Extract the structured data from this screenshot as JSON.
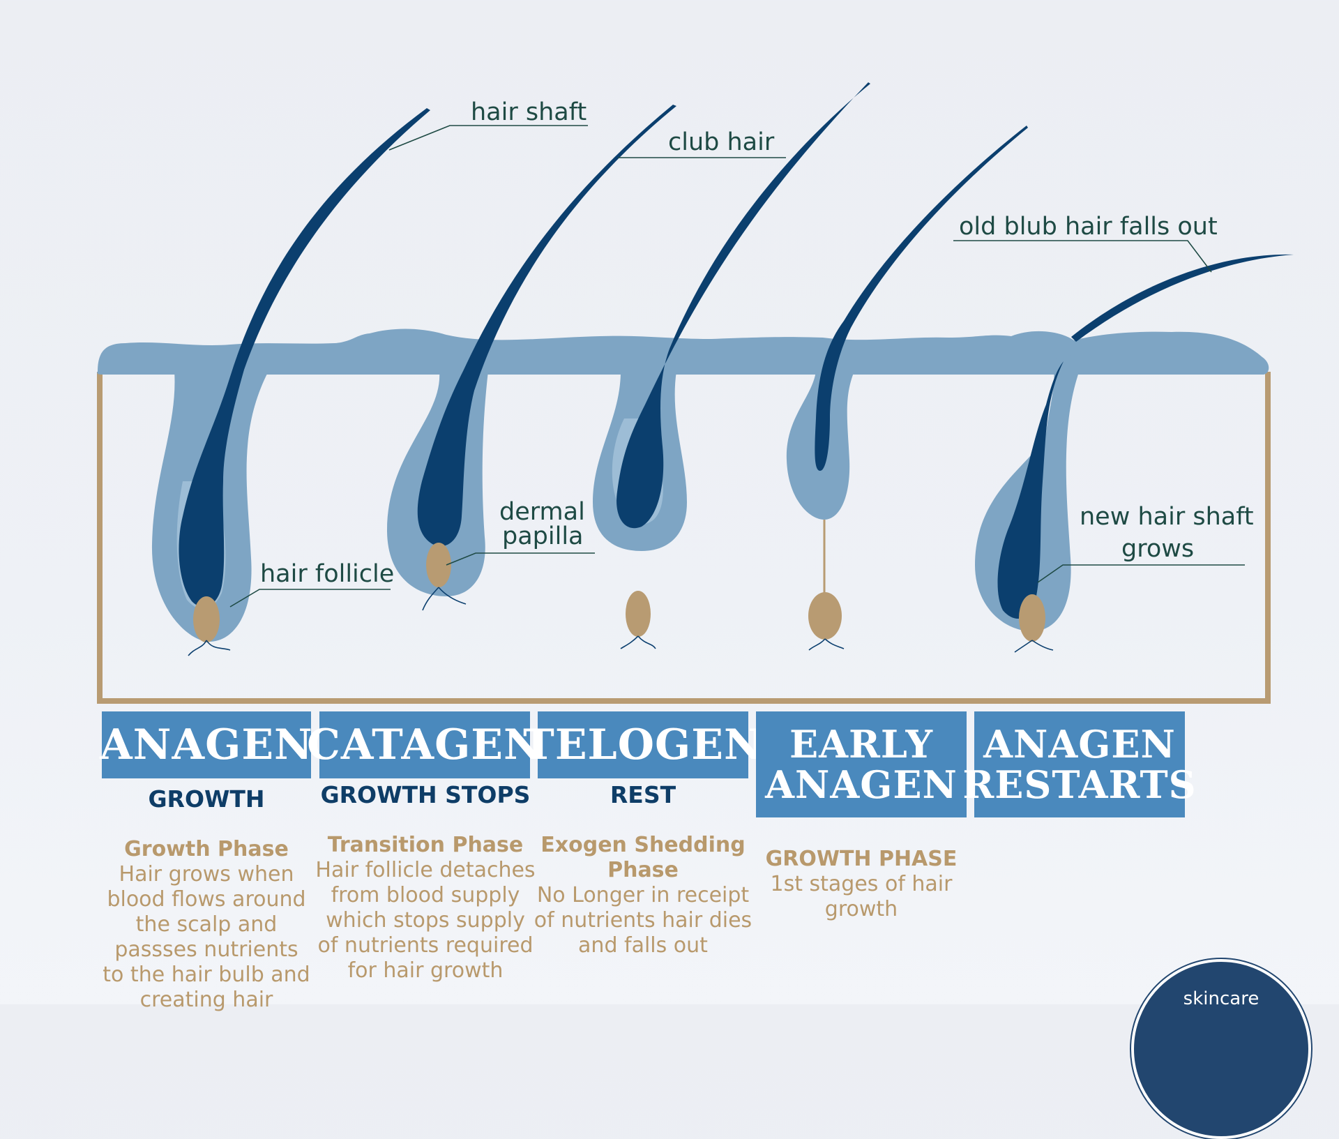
{
  "labels": {
    "hair_shaft": "hair shaft",
    "club_hair": "club hair",
    "old_hair": "old blub hair falls out",
    "hair_follicle": "hair follicle",
    "dermal_papilla_1": "dermal",
    "dermal_papilla_2": "papilla",
    "new_shaft_1": "new hair shaft",
    "new_shaft_2": "grows"
  },
  "stages": [
    {
      "title": [
        "ANAGEN"
      ],
      "subtitle": "GROWTH",
      "desc_head": "Growth Phase",
      "desc_lines": [
        "Hair grows when",
        "blood flows around",
        "the scalp and",
        "passses nutrients",
        "to the hair bulb and",
        "creating hair"
      ]
    },
    {
      "title": [
        "CATAGEN"
      ],
      "subtitle": "GROWTH STOPS",
      "desc_head": "Transition Phase",
      "desc_lines": [
        "Hair follicle detaches",
        "from blood supply",
        "which stops supply",
        "of nutrients required",
        "for hair growth"
      ]
    },
    {
      "title": [
        "TELOGEN"
      ],
      "subtitle": "REST",
      "desc_head": "Exogen Shedding",
      "desc_head_2": "Phase",
      "desc_lines": [
        "No Longer in receipt",
        "of nutrients hair dies",
        "and falls out"
      ]
    },
    {
      "title": [
        "EARLY",
        "ANAGEN"
      ],
      "desc_head": "GROWTH PHASE",
      "desc_lines": [
        "1st stages of hair",
        "growth"
      ]
    },
    {
      "title": [
        "ANAGEN",
        "RESTARTS"
      ]
    }
  ],
  "badge": {
    "text": "skincare"
  },
  "colors": {
    "hair": "#0b3f6e",
    "skin": "#7ea5c4",
    "frame": "#b89b72",
    "stage_box": "#4a89bd",
    "desc_text": "#b8996c",
    "label_text": "#1e4a44"
  }
}
